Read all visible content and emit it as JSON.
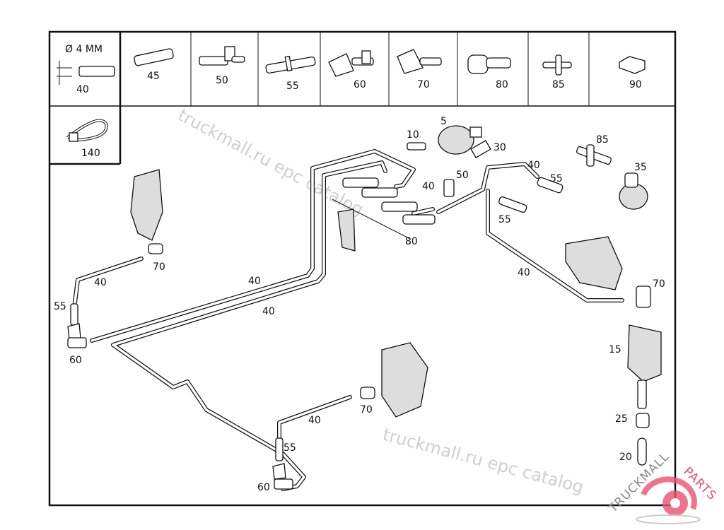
{
  "legend": {
    "diameter_label": "Ø 4 MM",
    "cells": [
      "40",
      "45",
      "50",
      "55",
      "60",
      "70",
      "80",
      "85",
      "90",
      "140"
    ]
  },
  "callouts": [
    "5",
    "10",
    "30",
    "40",
    "55",
    "85",
    "35",
    "50",
    "40",
    "55",
    "80",
    "70",
    "40",
    "40",
    "40",
    "55",
    "60",
    "40",
    "70",
    "15",
    "70",
    "40",
    "55",
    "60",
    "25",
    "20"
  ],
  "watermark": "truckmall.ru epc catalog",
  "logo": {
    "text_1": "TRUCKMALL",
    "text_2": "PARTS",
    "color": "#e8516f"
  }
}
